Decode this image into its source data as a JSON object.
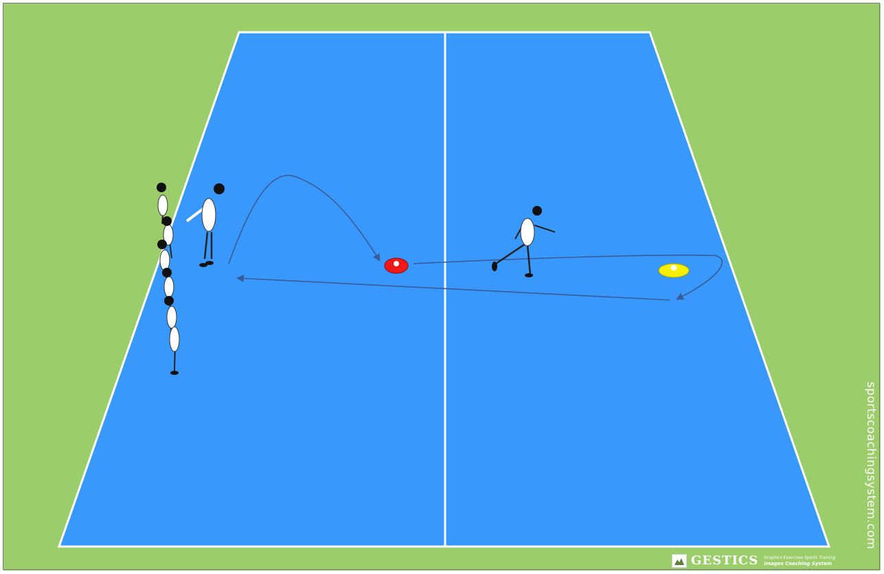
{
  "diagram": {
    "background_color": "#9ccd6b",
    "court_color": "#3898fb",
    "line_color": "#ffffff",
    "arrow_color": "#3a5b9a"
  },
  "cones": [
    {
      "name": "red-cone",
      "color": "#f01818"
    },
    {
      "name": "yellow-cone",
      "color": "#f6f000"
    }
  ],
  "players": {
    "queue": [
      "player",
      "player",
      "player",
      "player",
      "player",
      "player"
    ],
    "jumping": "player",
    "runner": "player"
  },
  "watermark": {
    "text": "sportscoachingsystem.com"
  },
  "branding": {
    "name": "GESTICS",
    "tagline_line1": "Graphics Exercises Sports Training",
    "tagline_line2": "Images Coaching System"
  }
}
